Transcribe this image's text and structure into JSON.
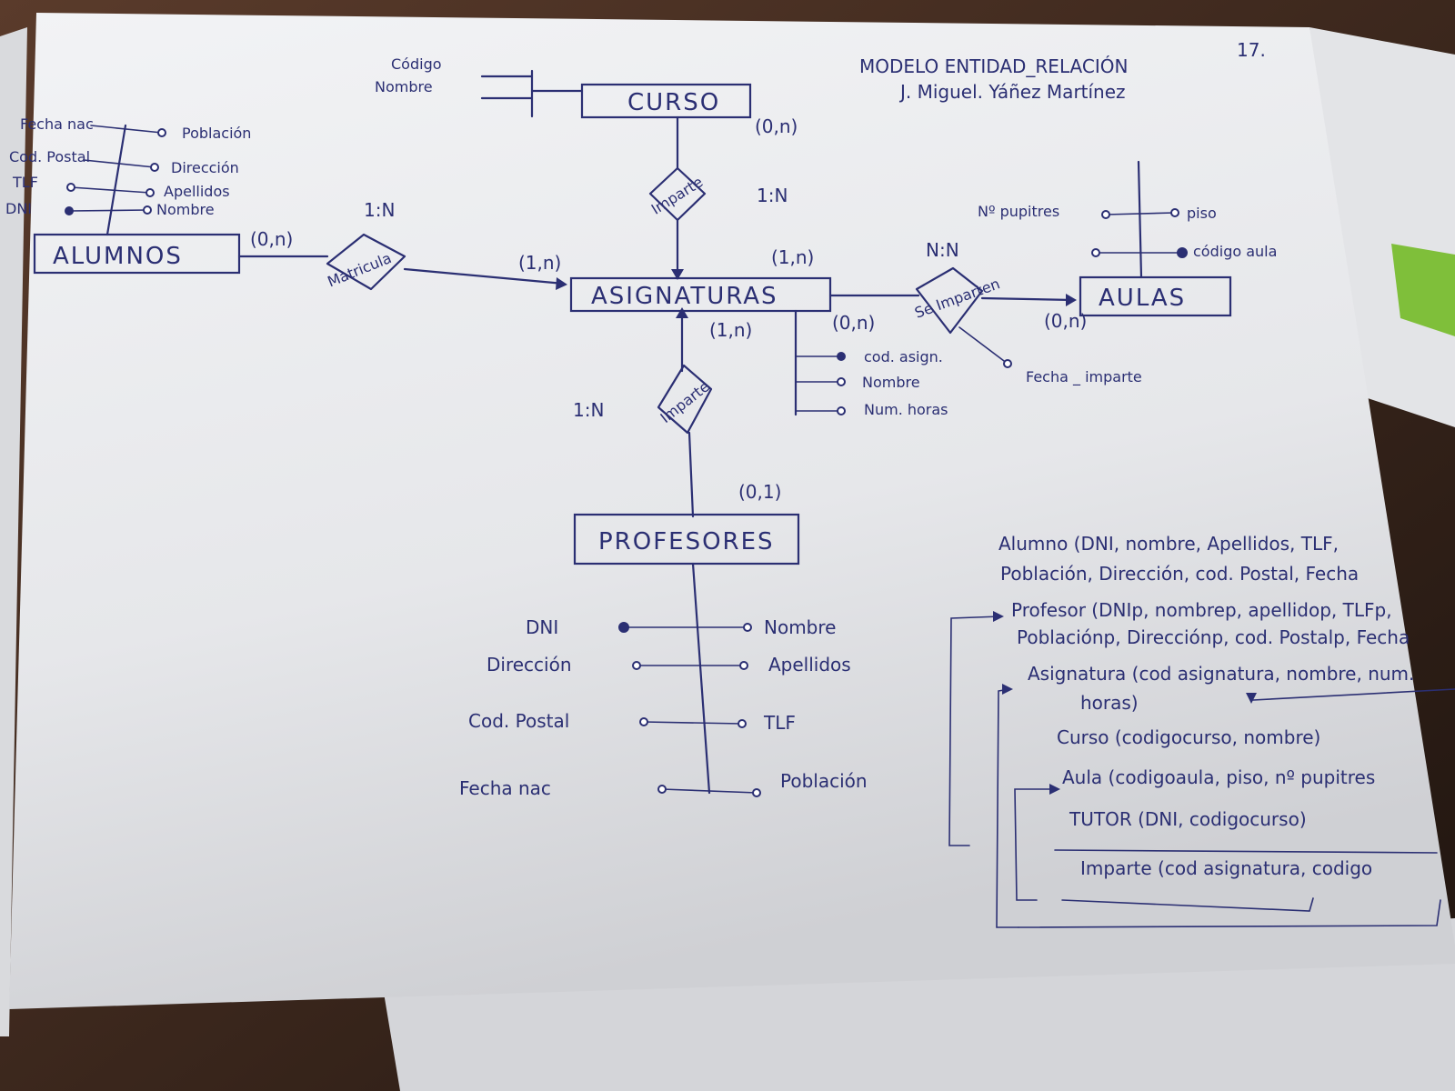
{
  "header": {
    "title": "MODELO ENTIDAD_RELACIÓN",
    "author": "J. Miguel. Yáñez Martínez",
    "number": "17."
  },
  "entities": {
    "alumnos": "ALUMNOS",
    "curso": "CURSO",
    "asignaturas": "ASIGNATURAS",
    "aulas": "AULAS",
    "profesores": "PROFESORES"
  },
  "relations": {
    "matricula": "Matricula",
    "imparte_curso": "Imparte",
    "imparte_prof": "Imparte",
    "se_imparten": "Se Imparten"
  },
  "cardinalities": {
    "curso_side": "(0,n)",
    "curso_rel": "1:N",
    "alumnos_side": "(0,n)",
    "matricula_rel": "1:N",
    "asig_left": "(1,n)",
    "asig_top": "(1,n)",
    "asig_right": "(0,n)",
    "asig_bottom": "(1,n)",
    "seimparten_rel": "N:N",
    "aulas_side": "(0,n)",
    "prof_rel": "1:N",
    "prof_side": "(0,1)"
  },
  "attributes": {
    "curso": [
      "Código",
      "Nombre"
    ],
    "alumnos_left": [
      "Fecha nac",
      "Cod. Postal",
      "TLF",
      "DNI"
    ],
    "alumnos_right": [
      "Población",
      "Dirección",
      "Apellidos",
      "Nombre"
    ],
    "asignaturas": [
      "cod. asign.",
      "Nombre",
      "Num. horas"
    ],
    "aulas": [
      "Nº pupitres",
      "piso",
      "código aula"
    ],
    "se_imparten": [
      "Fecha _ imparte"
    ],
    "profesores_left": [
      "DNI",
      "Dirección",
      "Cod. Postal",
      "Fecha nac"
    ],
    "profesores_right": [
      "Nombre",
      "Apellidos",
      "TLF",
      "Población"
    ]
  },
  "schema": [
    "Alumno (DNI, nombre, Apellidos, TLF,",
    "Población, Dirección, cod. Postal, Fecha",
    "Profesor (DNIp, nombrep, apellidop, TLFp,",
    "Poblaciónp, Direcciónp, cod. Postalp, Fecha",
    "Asignatura (cod asignatura, nombre, num.",
    "horas)",
    "Curso (codigocurso, nombre)",
    "Aula (codigoaula, piso, nº pupitres",
    "TUTOR (DNI, codigocurso)",
    "Imparte (cod asignatura, codigo"
  ],
  "colors": {
    "ink": "#2b2f73",
    "paper": "#ecedef",
    "desk": "#2a1d16"
  }
}
